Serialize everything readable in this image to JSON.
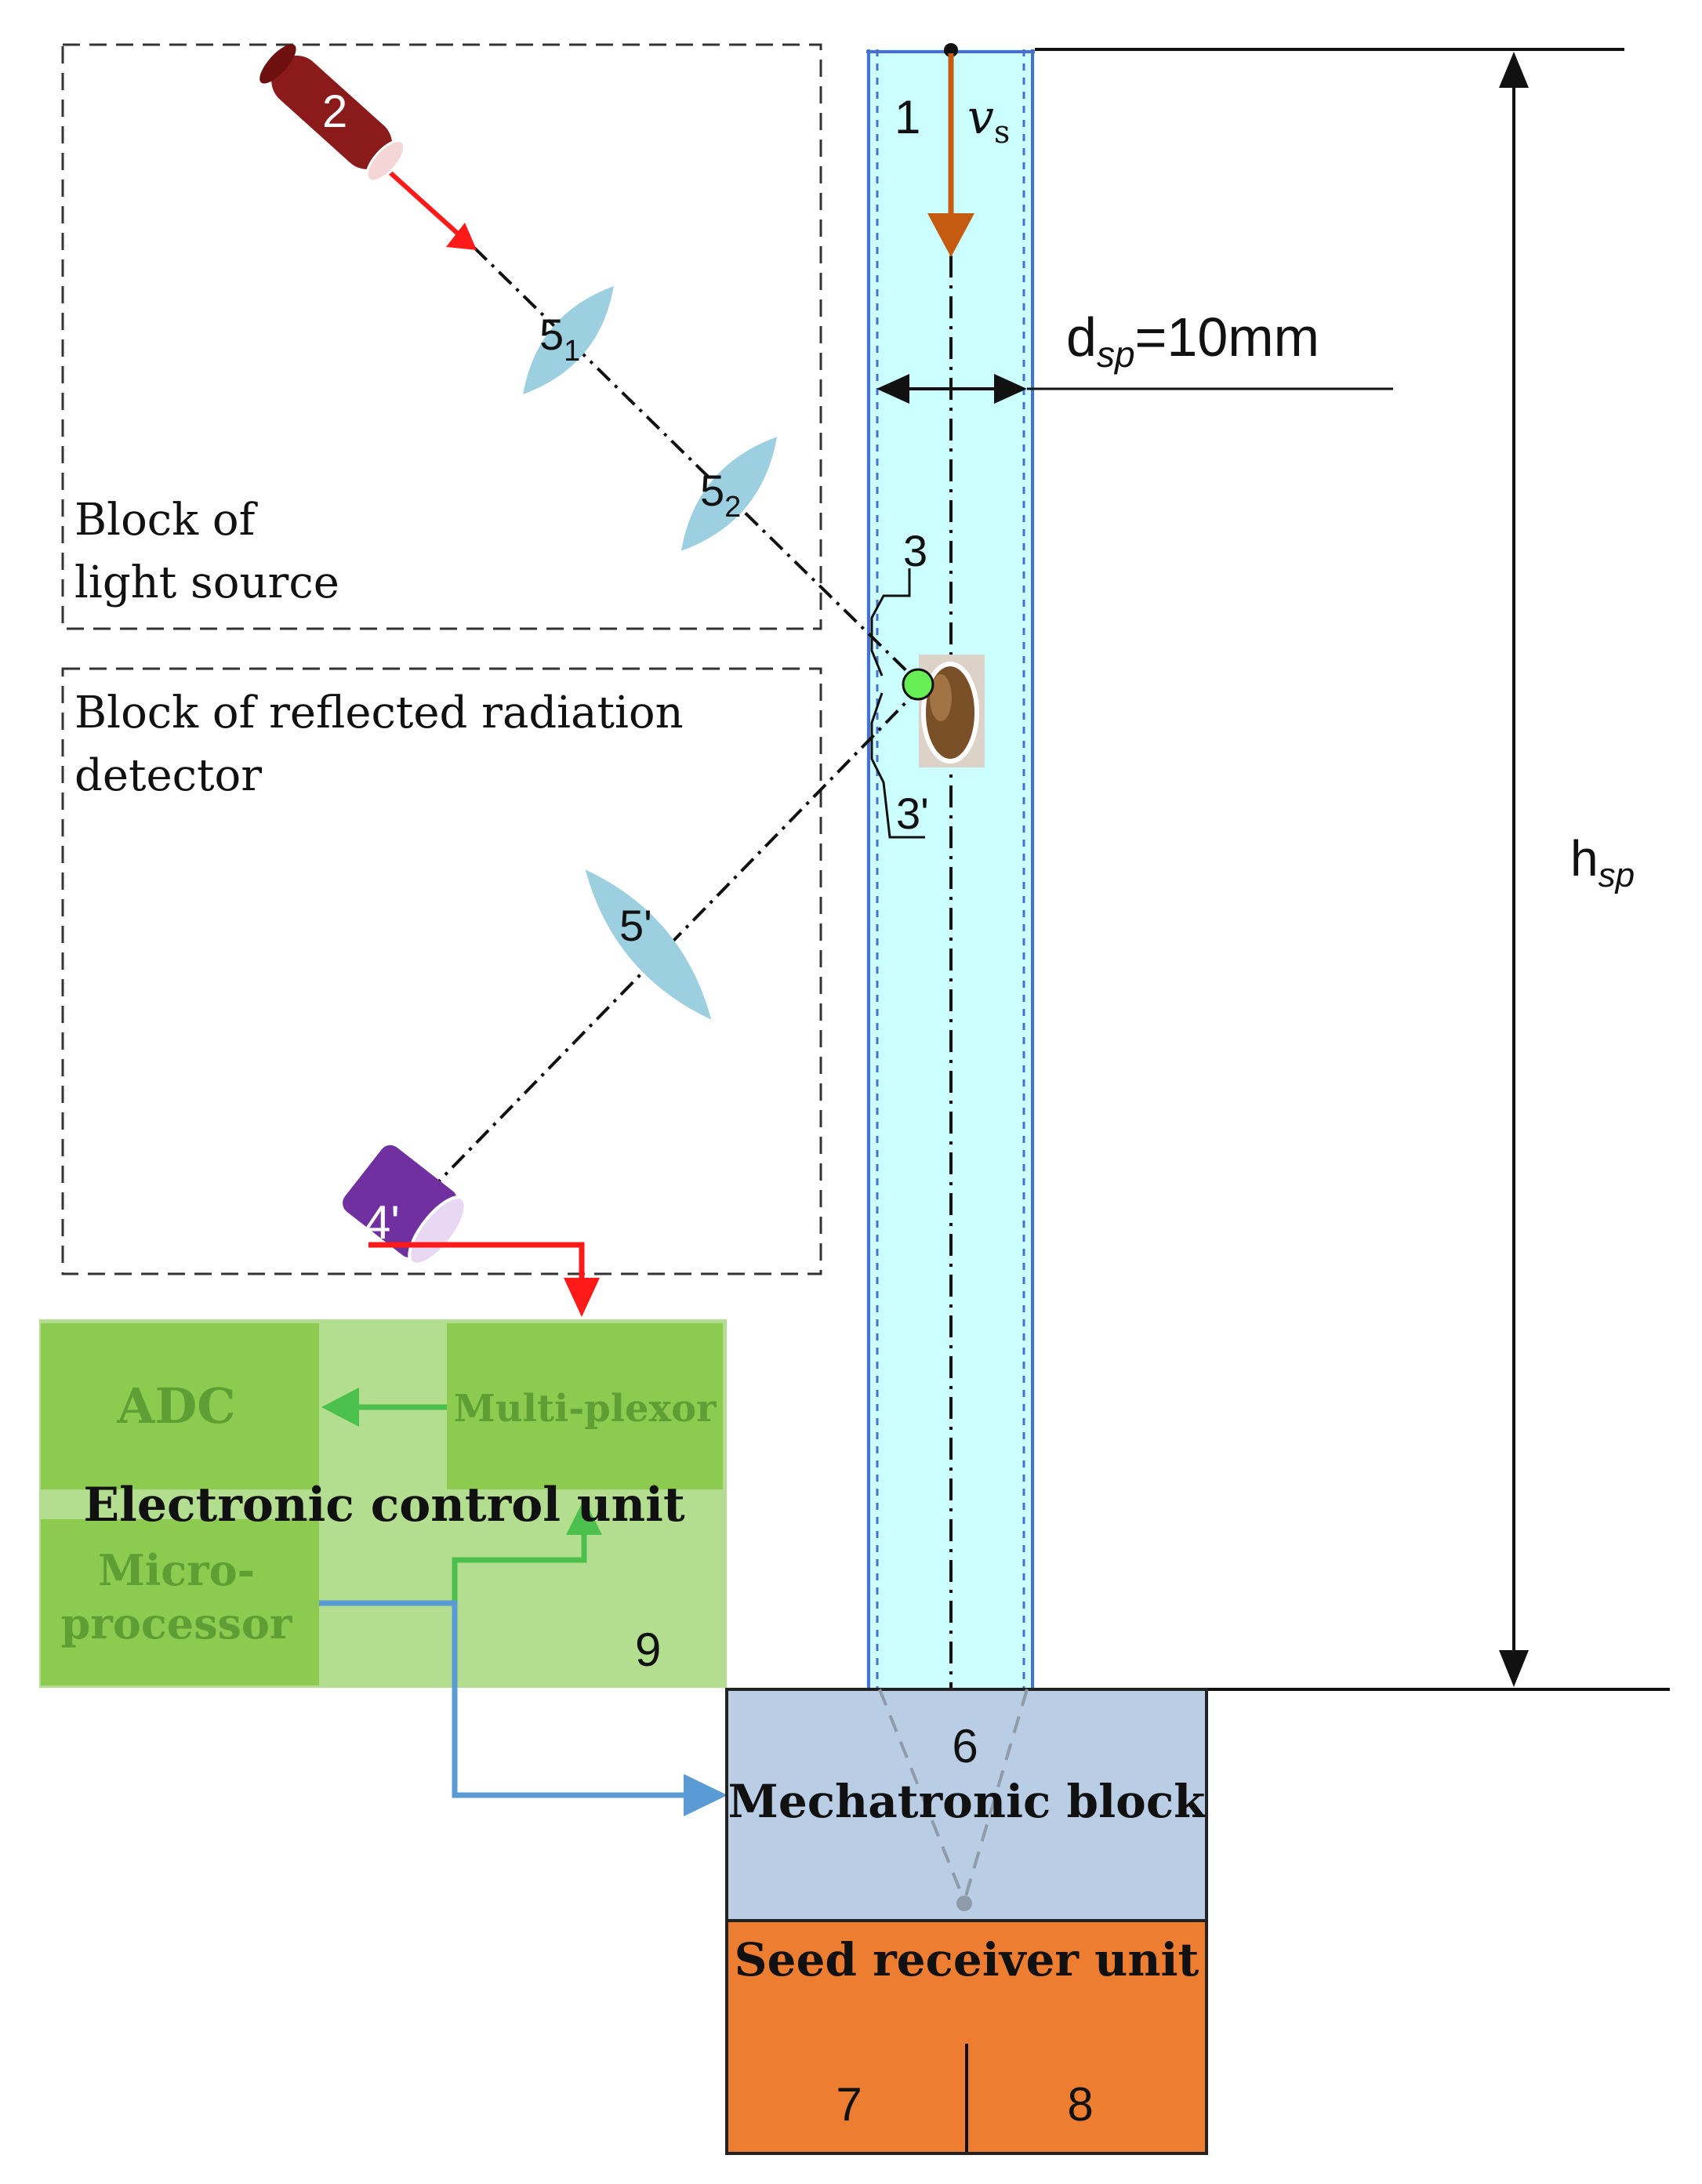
{
  "blocks": {
    "light_source": {
      "line1": "Block of",
      "line2": "light source"
    },
    "detector": {
      "line1": "Block of reflected radiation",
      "line2": "detector"
    },
    "ecu": {
      "title": "Electronic control unit",
      "adc": "ADC",
      "multiplexor": "Multi-plexor",
      "micro_line1": "Micro-",
      "micro_line2": "processor",
      "number": "9"
    },
    "mechatronic": {
      "number": "6",
      "title": "Mechatronic block"
    },
    "seed_receiver": {
      "title": "Seed receiver unit",
      "left_number": "7",
      "right_number": "8"
    }
  },
  "labels": {
    "tube": "1",
    "velocity": "v",
    "velocity_sub": "s",
    "laser": "2",
    "lens1": "5",
    "lens1_sub": "1",
    "lens2": "5",
    "lens2_sub": "2",
    "lens_detector": "5'",
    "detector": "4'",
    "zone_upper": "3",
    "zone_lower": "3'",
    "diameter_main": "d",
    "diameter_sub": "sp",
    "diameter_value": "=10mm",
    "height_main": "h",
    "height_sub": "sp"
  },
  "colors": {
    "tube_fill": "#ccffff",
    "tube_border": "#4a6fd0",
    "laser_body": "#8b1a1a",
    "beam_red": "#ff1a1a",
    "lens": "#9ccfe0",
    "detector": "#7030a0",
    "ecu_bg": "#b3dd8f",
    "ecu_box": "#8ccb4f",
    "mechatronic": "#b9cde5",
    "seed_receiver": "#ed7d31",
    "velocity_arrow": "#c55a11",
    "signal_green": "#4cc04c",
    "signal_blue": "#5b9bd5",
    "seed_marker": "#66ee55"
  }
}
